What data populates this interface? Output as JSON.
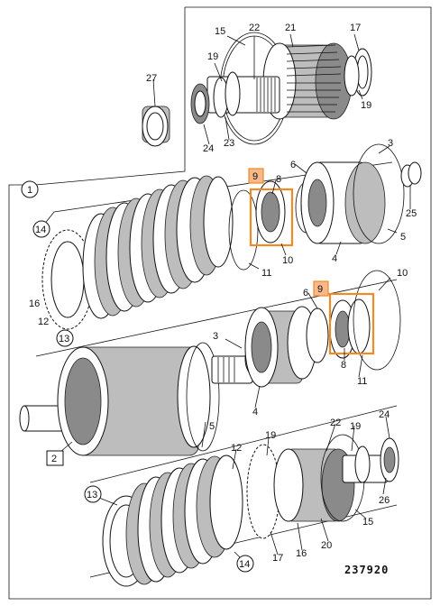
{
  "diagram": {
    "reference_number": "237920",
    "highlight_color": "#f08a24",
    "callouts": {
      "c1": "1",
      "c2": "2",
      "c3a": "3",
      "c3b": "3",
      "c4a": "4",
      "c4b": "4",
      "c5a": "5",
      "c5b": "5",
      "c6a": "6",
      "c6b": "6",
      "c8a": "8",
      "c8b": "8",
      "c9a": "9",
      "c9b": "9",
      "c10a": "10",
      "c10b": "10",
      "c11a": "11",
      "c11b": "11",
      "c12a": "12",
      "c12b": "12",
      "c13a": "13",
      "c13b": "13",
      "c14a": "14",
      "c14b": "14",
      "c15a": "15",
      "c15b": "15",
      "c16a": "16",
      "c16b": "16",
      "c17a": "17",
      "c17b": "17",
      "c19a": "19",
      "c19b": "19",
      "c19c": "19",
      "c20": "20",
      "c21": "21",
      "c22a": "22",
      "c22b": "22",
      "c23": "23",
      "c24a": "24",
      "c24b": "24",
      "c25": "25",
      "c26": "26",
      "c27": "27"
    }
  }
}
